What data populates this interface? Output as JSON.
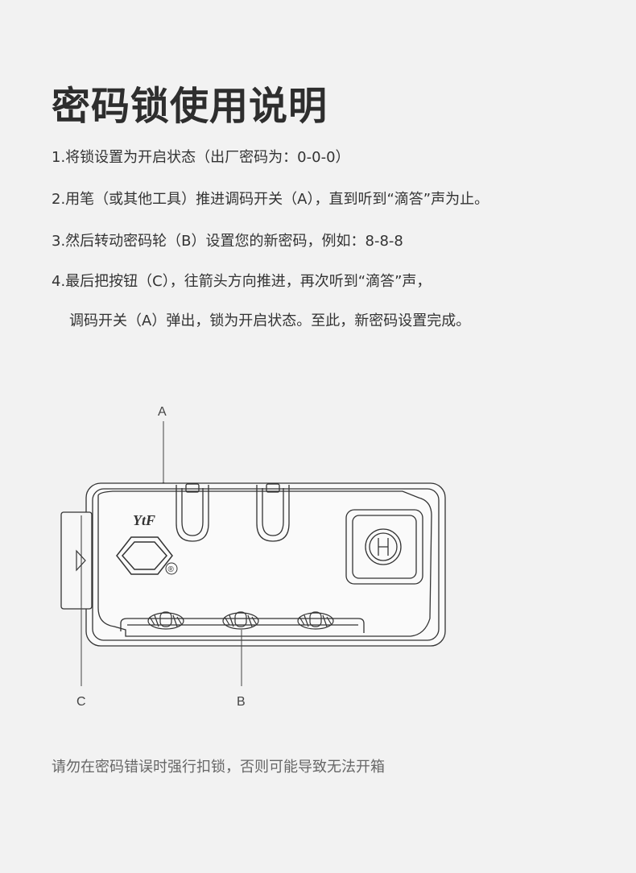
{
  "title": "密码锁使用说明",
  "steps": [
    "1.将锁设置为开启状态（出厂密码为：0-0-0）",
    "2.用笔（或其他工具）推进调码开关（A），直到听到“滴答”声为止。",
    "3.然后转动密码轮（B）设置您的新密码，例如：8-8-8",
    "4.最后把按钮（C），往箭头方向推进，再次听到“滴答”声，",
    "调码开关（A）弹出，锁为开启状态。至此，新密码设置完成。"
  ],
  "diagram": {
    "brand": "YtF",
    "registered_mark": "®",
    "callouts": {
      "a": "A",
      "b": "B",
      "c": "C"
    }
  },
  "warning": "请勿在密码错误时强行扣锁，否则可能导致无法开箱"
}
